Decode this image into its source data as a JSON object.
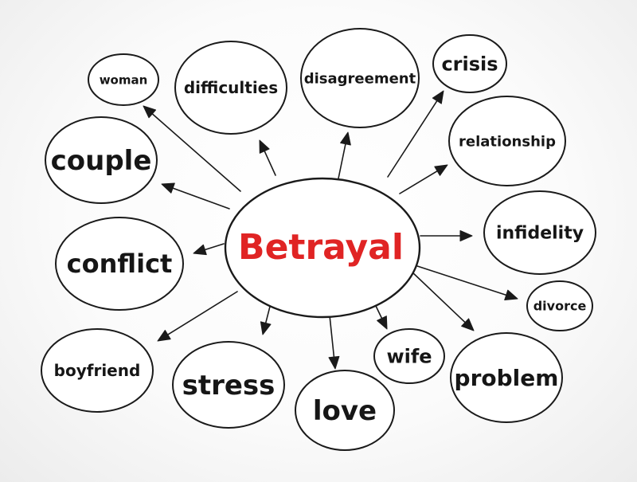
{
  "colors": {
    "center_text": "#e02424",
    "ink": "#161616"
  },
  "center": {
    "label": "Betrayal"
  },
  "nodes": [
    {
      "id": "woman",
      "label": "woman"
    },
    {
      "id": "difficulties",
      "label": "difficulties"
    },
    {
      "id": "disagreement",
      "label": "disagreement"
    },
    {
      "id": "crisis",
      "label": "crisis"
    },
    {
      "id": "relationship",
      "label": "relationship"
    },
    {
      "id": "couple",
      "label": "couple"
    },
    {
      "id": "infidelity",
      "label": "infidelity"
    },
    {
      "id": "conflict",
      "label": "conflict"
    },
    {
      "id": "divorce",
      "label": "divorce"
    },
    {
      "id": "boyfriend",
      "label": "boyfriend"
    },
    {
      "id": "stress",
      "label": "stress"
    },
    {
      "id": "love",
      "label": "love"
    },
    {
      "id": "wife",
      "label": "wife"
    },
    {
      "id": "problem",
      "label": "problem"
    }
  ]
}
